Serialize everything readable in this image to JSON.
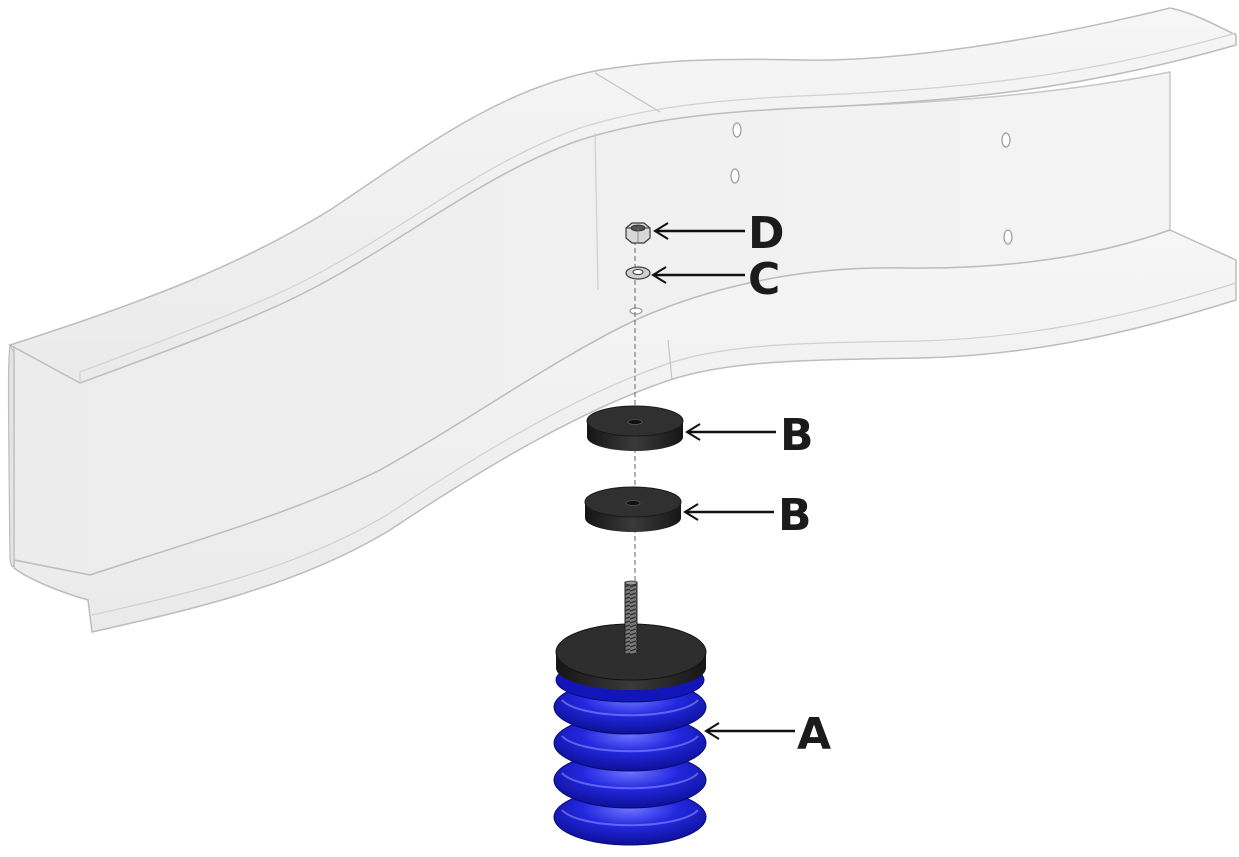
{
  "diagram": {
    "callouts": [
      {
        "id": "D",
        "label": "D",
        "part": "nut-icon"
      },
      {
        "id": "C",
        "label": "C",
        "part": "washer-icon"
      },
      {
        "id": "B1",
        "label": "B",
        "part": "spacer-disc-icon"
      },
      {
        "id": "B2",
        "label": "B",
        "part": "spacer-disc-icon"
      },
      {
        "id": "A",
        "label": "A",
        "part": "bump-stop-icon"
      }
    ],
    "colors": {
      "frame": "#f1f1f1",
      "frame_stroke": "#c4c4c4",
      "disc": "#2a2a2a",
      "bumpstop": "#1c1fd6",
      "label": "#1b1b1b"
    }
  }
}
